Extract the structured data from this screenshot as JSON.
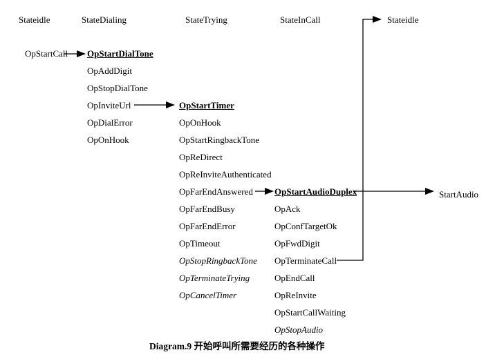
{
  "diagram": {
    "headers": [
      "Stateidle",
      "StateDialing",
      "StateTrying",
      "StateInCall",
      "Stateidle"
    ],
    "op_start_call": "OpStartCall",
    "start_audio": "StartAudio",
    "columns": {
      "dialing": [
        {
          "text": "OpStartDialTone",
          "style": "bold-underline"
        },
        {
          "text": "OpAddDigit",
          "style": "normal"
        },
        {
          "text": "OpStopDialTone",
          "style": "normal"
        },
        {
          "text": "OpInviteUrl",
          "style": "normal"
        },
        {
          "text": "OpDialError",
          "style": "normal"
        },
        {
          "text": "OpOnHook",
          "style": "normal"
        }
      ],
      "trying": [
        {
          "text": "OpStartTimer",
          "style": "bold-underline"
        },
        {
          "text": "OpOnHook",
          "style": "normal"
        },
        {
          "text": "OpStartRingbackTone",
          "style": "normal"
        },
        {
          "text": "OpReDirect",
          "style": "normal"
        },
        {
          "text": "OpReInviteAuthenticated",
          "style": "normal"
        },
        {
          "text": "OpFarEndAnswered",
          "style": "normal"
        },
        {
          "text": "OpFarEndBusy",
          "style": "normal"
        },
        {
          "text": "OpFarEndError",
          "style": "normal"
        },
        {
          "text": "OpTimeout",
          "style": "normal"
        },
        {
          "text": "OpStopRingbackTone",
          "style": "italic"
        },
        {
          "text": "OpTerminateTrying",
          "style": "italic"
        },
        {
          "text": "OpCancelTimer",
          "style": "italic"
        }
      ],
      "incall": [
        {
          "text": "OpStartAudioDuplex",
          "style": "bold-underline"
        },
        {
          "text": "OpAck",
          "style": "normal"
        },
        {
          "text": "OpConfTargetOk",
          "style": "normal"
        },
        {
          "text": "OpFwdDigit",
          "style": "normal"
        },
        {
          "text": "OpTerminateCall",
          "style": "normal"
        },
        {
          "text": "OpEndCall",
          "style": "normal"
        },
        {
          "text": "OpReInvite",
          "style": "normal"
        },
        {
          "text": "OpStartCallWaiting",
          "style": "normal"
        },
        {
          "text": "OpStopAudio",
          "style": "italic"
        }
      ]
    },
    "caption": "Diagram.9 开始呼叫所需要经历的各种操作"
  }
}
